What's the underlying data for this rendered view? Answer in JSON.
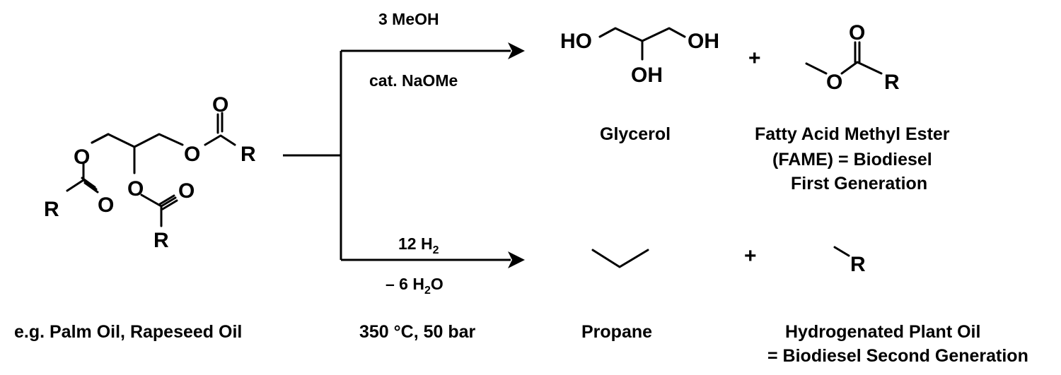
{
  "reagents": {
    "top_line1": "3 MeOH",
    "top_line2": "cat. NaOMe",
    "bottom_line1": "12 H",
    "bottom_line1_sub": "2",
    "bottom_line2_prefix": "– 6 H",
    "bottom_line2_sub": "2",
    "bottom_line2_suffix": "O",
    "conditions": "350 °C, 50 bar"
  },
  "atoms": {
    "O": "O",
    "R": "R",
    "HO": "HO",
    "OH": "OH",
    "plus": "+"
  },
  "captions": {
    "starting_material": "e.g. Palm Oil, Rapeseed Oil",
    "glycerol": "Glycerol",
    "fame_line1": "Fatty Acid Methyl Ester",
    "fame_line2": "(FAME) = Biodiesel",
    "fame_line3": "First Generation",
    "propane": "Propane",
    "hvo_line1": "Hydrogenated Plant Oil",
    "hvo_line2": "= Biodiesel Second Generation"
  },
  "colors": {
    "ink": "#000000",
    "background": "#ffffff"
  }
}
